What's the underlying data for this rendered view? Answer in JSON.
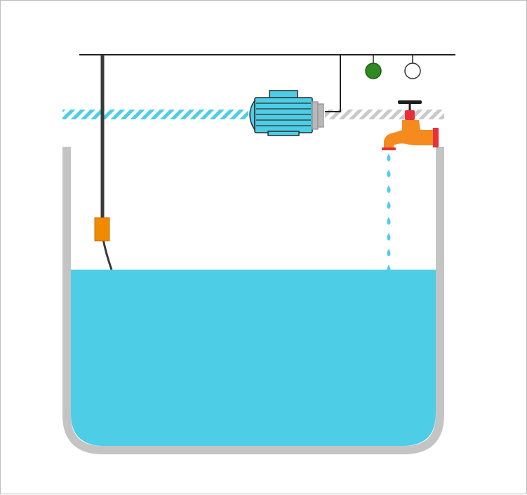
{
  "diagram": {
    "description_free": true,
    "colors": {
      "water": "#4ecde6",
      "tank_wall": "#c4c4c4",
      "wire": "#222222",
      "cable": "#3a3a3a",
      "float_switch": "#f08a00",
      "motor_body": "#4ecde6",
      "motor_outline": "#2d2d2d",
      "motor_shaft": "#b8b8b8",
      "pipe_hatch_blue": "#4ecde6",
      "pipe_hatch_grey": "#c9c9c9",
      "faucet_body": "#f58a1f",
      "faucet_fitting": "#ea2f3b",
      "faucet_handle": "#1c1c1c",
      "droplet": "#4ecde6",
      "indicator_on": "#2f8a1f",
      "indicator_off": "#ffffff"
    },
    "indicators": [
      {
        "name": "green-indicator-lamp",
        "state": "on"
      },
      {
        "name": "white-indicator-lamp",
        "state": "off"
      }
    ],
    "water_level_fraction": 0.61,
    "droplet_count": 8
  }
}
